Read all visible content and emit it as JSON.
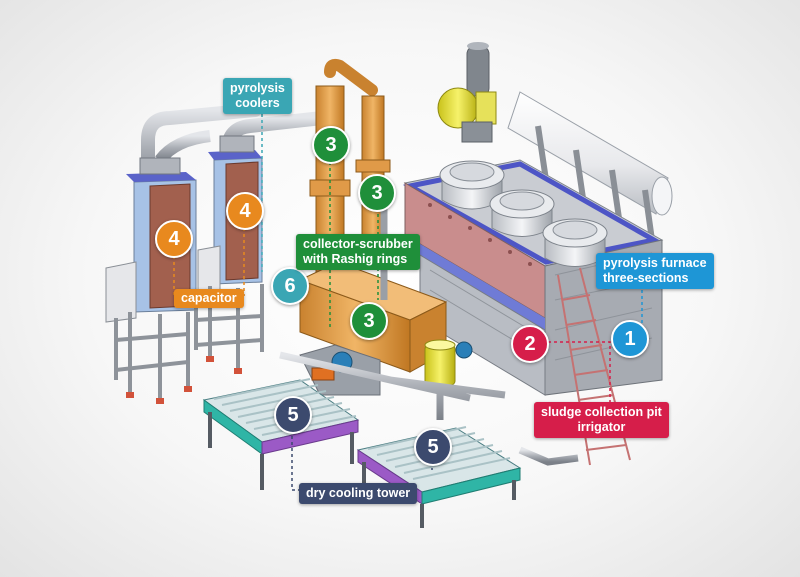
{
  "colors": {
    "furnace": "#1e96d6",
    "sludge": "#d61e4a",
    "scrubber": "#1f8f3a",
    "capacitor": "#e8891e",
    "coolers": "#3aa6b4",
    "dry_tower": "#3c4a6e"
  },
  "labels": {
    "pyrolysis_coolers": "pyrolysis\ncoolers",
    "collector_scrubber": "collector-scrubber\nwith Rashig rings",
    "capacitor": "capacitor",
    "pyrolysis_furnace": "pyrolysis furnace\nthree-sections",
    "sludge_pit": "sludge collection pit\nirrigator",
    "dry_cooling_tower": "dry cooling tower"
  },
  "badges": {
    "furnace": "1",
    "sludge": "2",
    "scrubber_top": "3",
    "scrubber_mid": "3",
    "scrubber_low": "3",
    "capacitor_left": "4",
    "capacitor_right": "4",
    "tower_left": "5",
    "tower_right": "5",
    "coolers": "6"
  }
}
